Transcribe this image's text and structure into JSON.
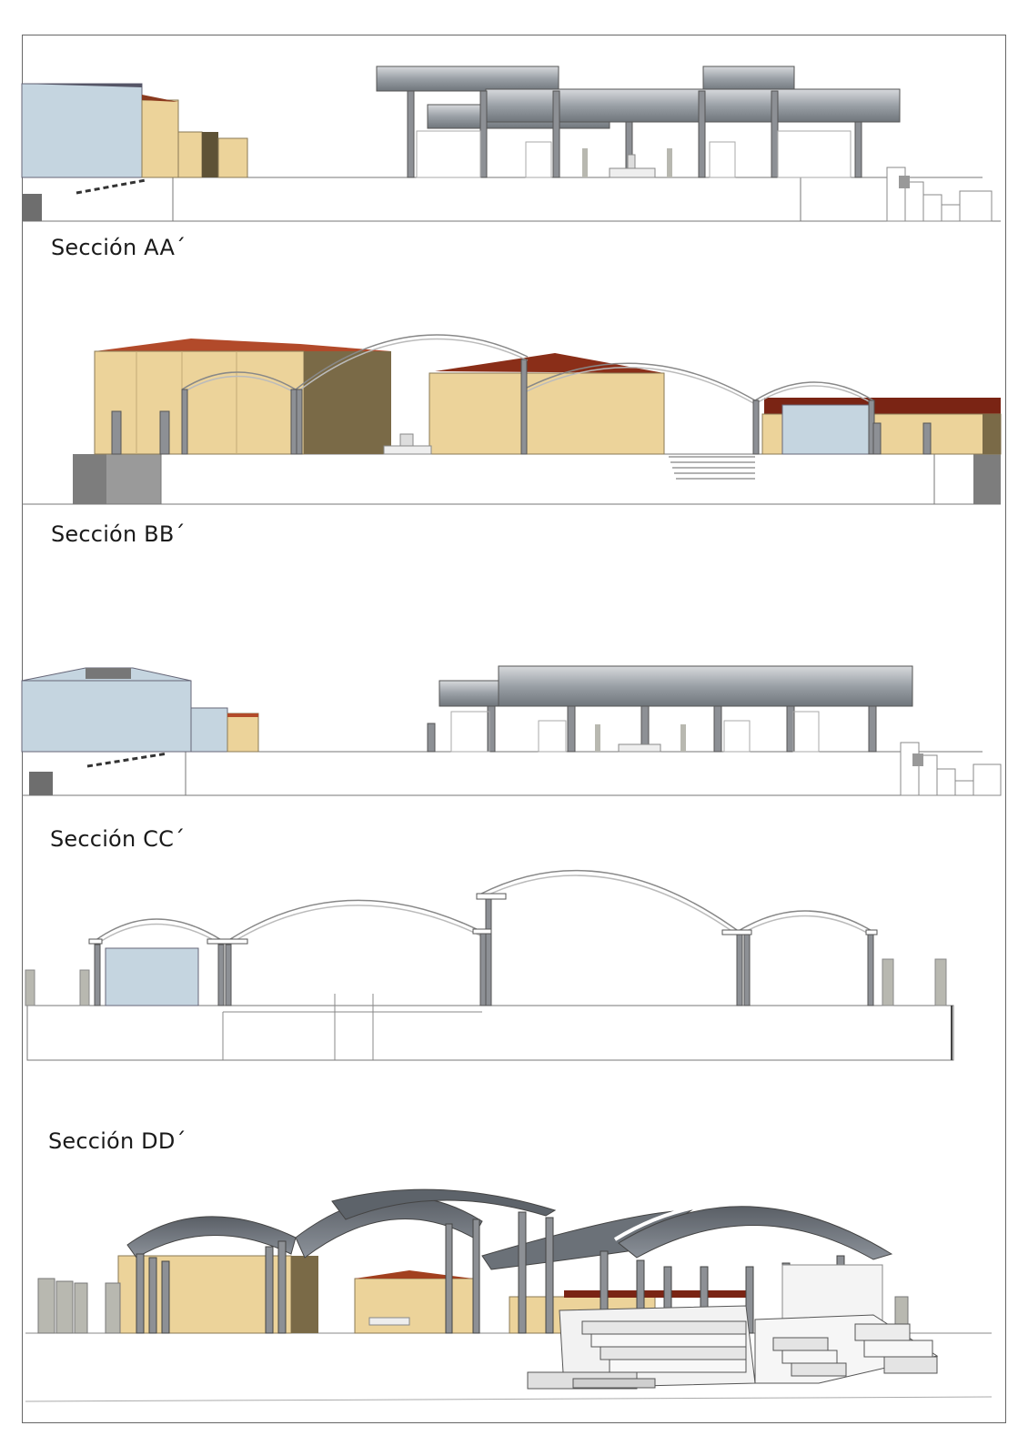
{
  "sections": [
    {
      "id": "aa",
      "label": "Sección AA´"
    },
    {
      "id": "bb",
      "label": "Sección BB´"
    },
    {
      "id": "cc",
      "label": "Sección CC´"
    },
    {
      "id": "dd",
      "label": "Sección DD´"
    }
  ],
  "palette": {
    "wall_tan": "#ecd39a",
    "wall_tan_dark": "#c8ae78",
    "wall_shadow": "#7a6a47",
    "wall_blue": "#c5d5e0",
    "roof_red": "#b24a2a",
    "roof_dark": "#6a1e10",
    "roof_grey": "#8a9097",
    "column": "#8d9095",
    "ground": "#ffffff",
    "line": "#555555",
    "block_dark": "#6e6e6e"
  }
}
